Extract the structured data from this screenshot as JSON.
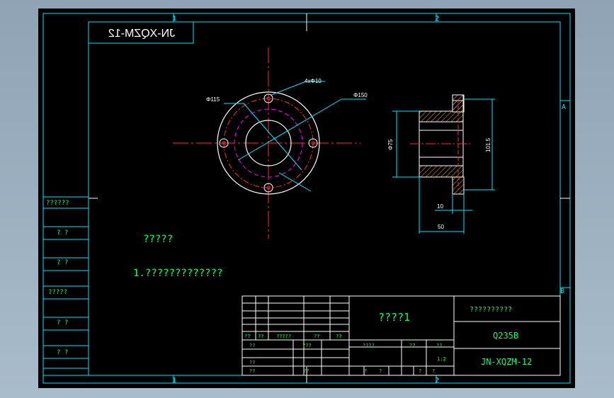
{
  "window": {
    "app_background": "#9fb2c2"
  },
  "drawing": {
    "mirrored_code": "JN-XQZM-12",
    "zone_numbers": [
      "1",
      "2"
    ],
    "zone_letters": [
      "A",
      "B"
    ],
    "front_view": {
      "hole_label": "4xΦ10",
      "dia_inner_label": "Φ115",
      "dia_outer_label": "Φ150"
    },
    "side_view": {
      "dim_vertical_left": "Φ75",
      "dim_vertical_right": "101.5",
      "dim_10": "10",
      "dim_50": "50"
    },
    "notes": {
      "heading": "?????",
      "line1": "1.?????????????"
    },
    "left_column": [
      "??????",
      "? ?",
      "? ?",
      "?????",
      "? ?",
      "? ?"
    ],
    "title_block": {
      "part_name": "????1",
      "company": "??????????",
      "material": "Q235B",
      "drawing_no": "JN-XQZM-12",
      "row_labels": [
        "??",
        "??",
        "?????",
        "??",
        "??"
      ],
      "sign_labels": [
        "??",
        "???",
        "??",
        "??"
      ],
      "stage_label": "????",
      "weight_label": "??",
      "scale_label": "??",
      "scale_value": "1:2",
      "sheet_labels": [
        "?",
        "?",
        "?",
        "?"
      ]
    }
  },
  "colors": {
    "frame": "#00e5ff",
    "part": "#ffffff",
    "center": "#ff2a2a",
    "hidden": "#ff00ff",
    "dimension": "#00e5ff",
    "text": "#00ff6a",
    "hatch": "#ffb000"
  }
}
